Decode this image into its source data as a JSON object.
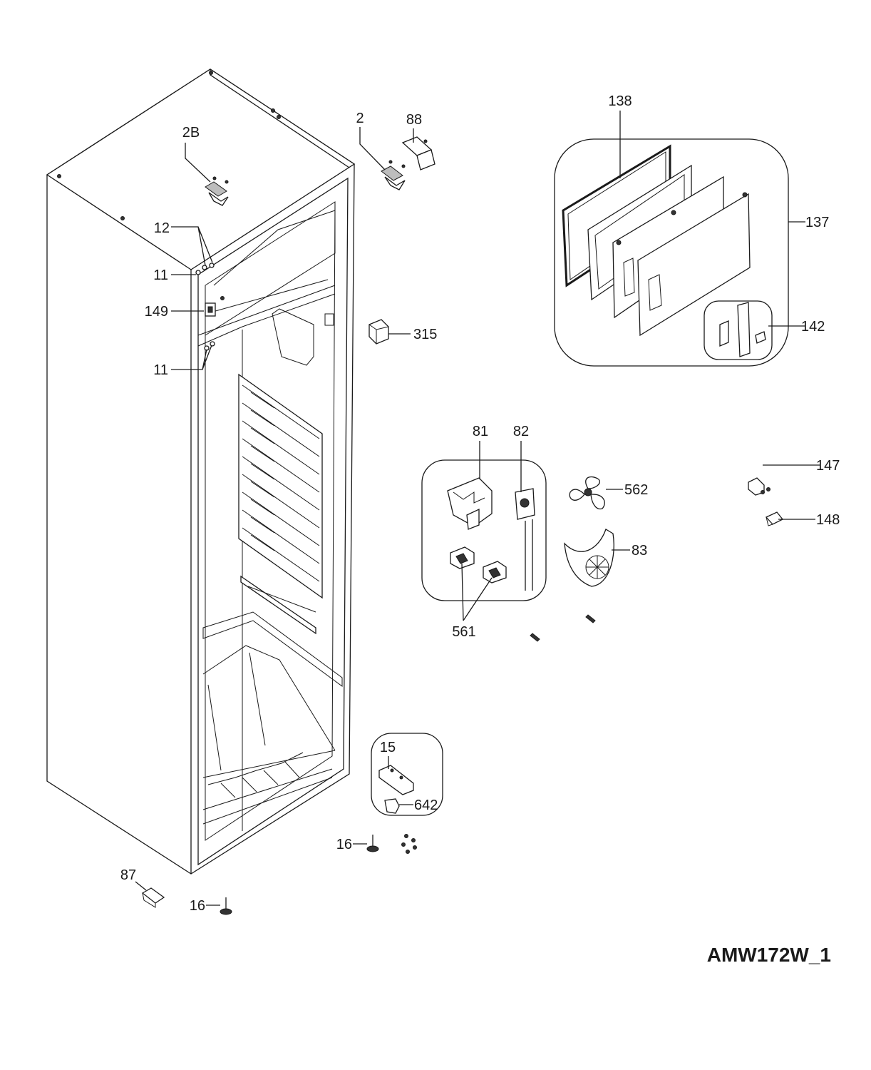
{
  "diagram": {
    "model_code": "AMW172W_1",
    "callouts": {
      "c2B": "2B",
      "c2": "2",
      "c88": "88",
      "c12": "12",
      "c11a": "11",
      "c149": "149",
      "c11b": "11",
      "c315": "315",
      "c138": "138",
      "c137": "137",
      "c142": "142",
      "c81": "81",
      "c82": "82",
      "c562": "562",
      "c83": "83",
      "c561": "561",
      "c147": "147",
      "c148": "148",
      "c15": "15",
      "c642": "642",
      "c16a": "16",
      "c87": "87",
      "c16b": "16"
    }
  }
}
